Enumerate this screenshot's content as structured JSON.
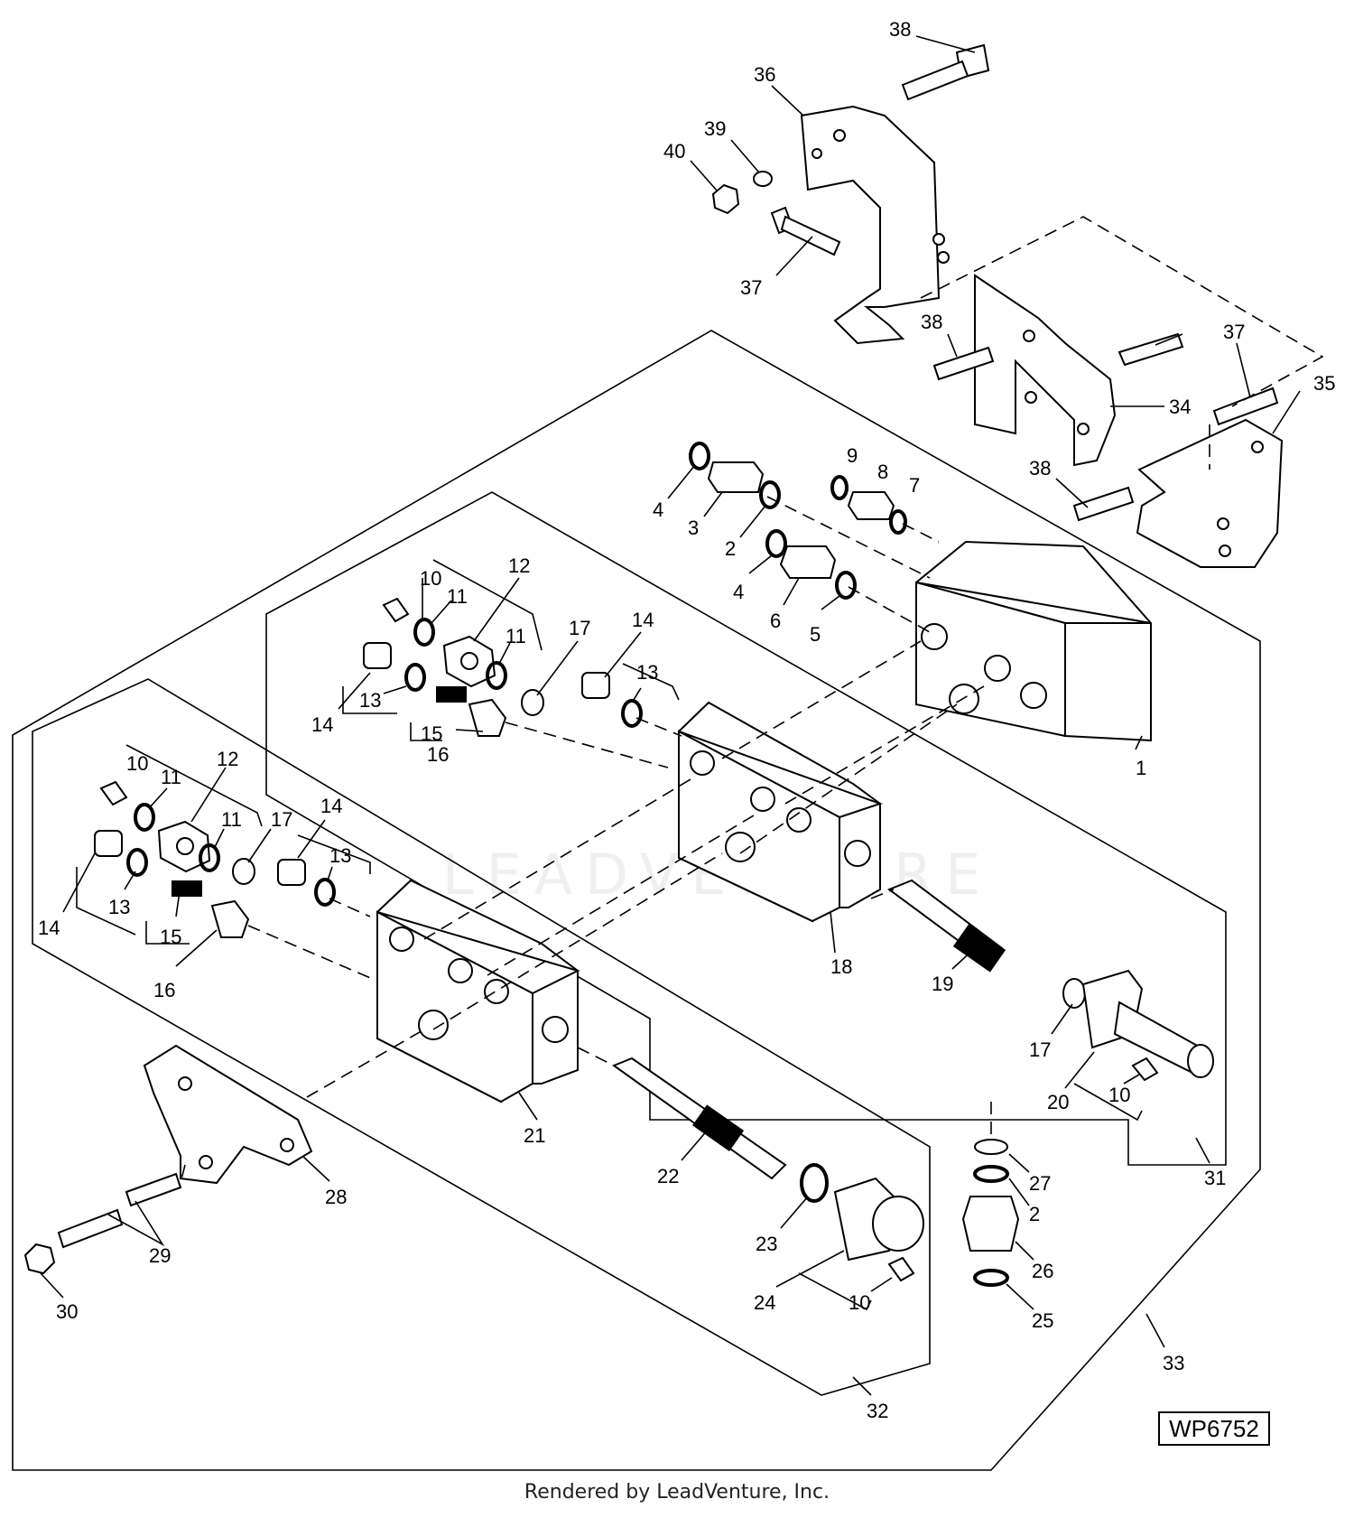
{
  "diagram": {
    "callouts": [
      "1",
      "2",
      "3",
      "4",
      "5",
      "6",
      "7",
      "8",
      "9",
      "10",
      "11",
      "12",
      "13",
      "14",
      "15",
      "16",
      "17",
      "18",
      "19",
      "20",
      "21",
      "22",
      "23",
      "24",
      "25",
      "26",
      "27",
      "28",
      "29",
      "30",
      "31",
      "32",
      "33",
      "34",
      "35",
      "36",
      "37",
      "38",
      "39",
      "40"
    ],
    "drawing_code": "WP6752",
    "watermark": "LEADVENTURE",
    "footer": "Rendered by LeadVenture, Inc."
  }
}
